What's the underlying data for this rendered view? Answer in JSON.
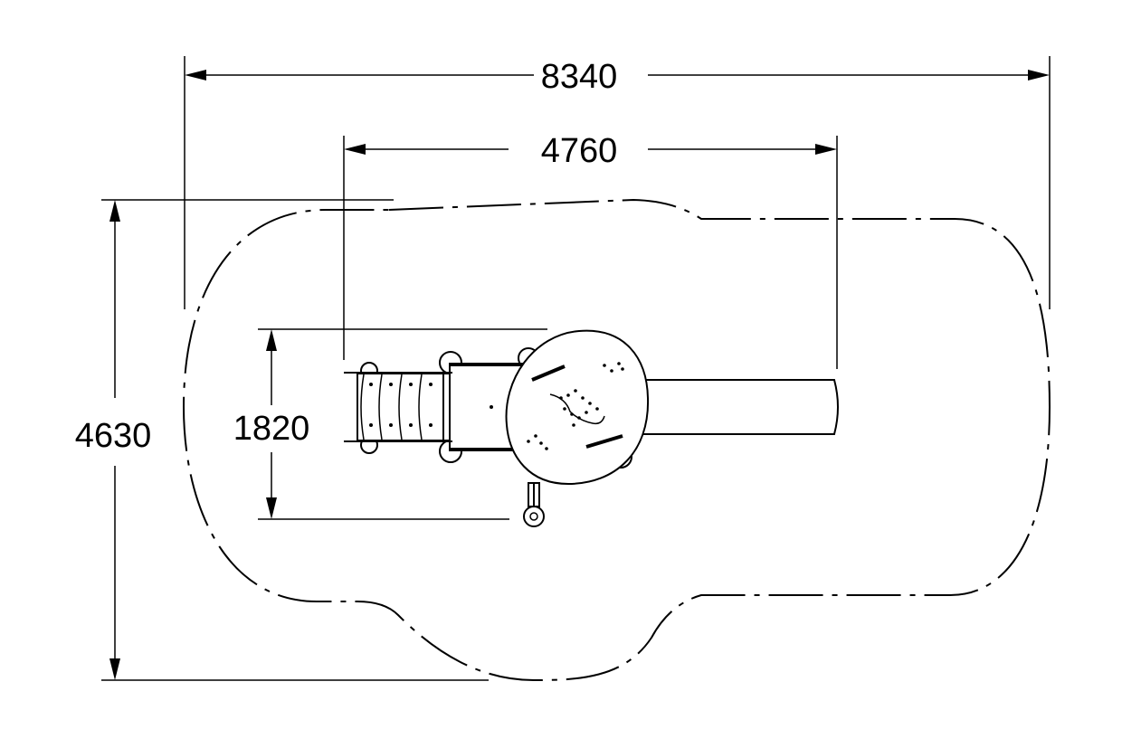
{
  "dimensions": {
    "overall_length": "8340",
    "equipment_length": "4760",
    "overall_width": "4630",
    "equipment_width": "1820"
  },
  "colors": {
    "line": "#000000",
    "background": "#ffffff"
  }
}
